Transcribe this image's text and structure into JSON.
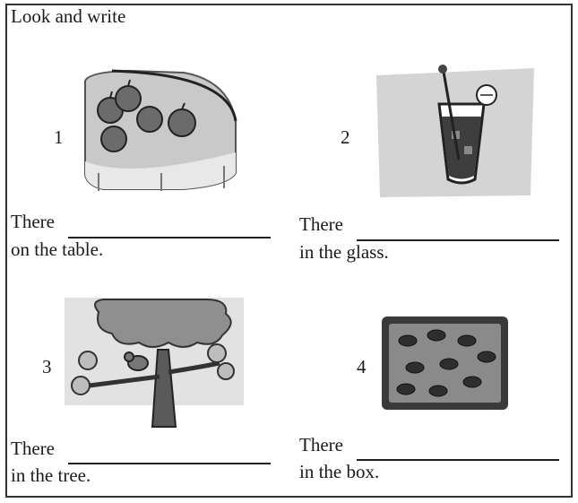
{
  "title": "Look and write",
  "items": [
    {
      "number": "1",
      "line1": "There",
      "line2": "on the table.",
      "picture": "table-with-apples-icon"
    },
    {
      "number": "2",
      "line1": "There",
      "line2": "in the glass.",
      "picture": "glass-of-juice-icon"
    },
    {
      "number": "3",
      "line1": "There",
      "line2": "in the tree.",
      "picture": "tree-with-bird-icon"
    },
    {
      "number": "4",
      "line1": "There",
      "line2": "in the box.",
      "picture": "box-of-sweets-icon"
    }
  ]
}
